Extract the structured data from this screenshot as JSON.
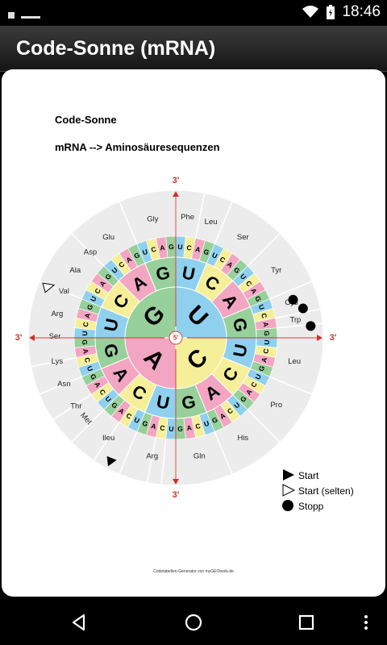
{
  "status": {
    "time": "18:46"
  },
  "app": {
    "title": "Code-Sonne (mRNA)"
  },
  "document": {
    "heading": "Code-Sonne",
    "subheading": "mRNA --> Aminosäuresequenzen",
    "credit": "Codetabellen-Generator von myGEOtools.de"
  },
  "diagram": {
    "center": "5'",
    "axis_label": "3'",
    "inner": [
      "U",
      "C",
      "A",
      "G"
    ],
    "second": [
      [
        "U",
        "C",
        "A",
        "G"
      ],
      [
        "U",
        "C",
        "A",
        "G"
      ],
      [
        "U",
        "C",
        "A",
        "G"
      ],
      [
        "U",
        "C",
        "A",
        "G"
      ]
    ],
    "third": [
      "U",
      "C",
      "A",
      "G"
    ],
    "amino_acids": [
      "Phe",
      "Leu",
      "Ser",
      "Tyr",
      "Cys",
      "Trp",
      "Leu",
      "Pro",
      "His",
      "Gln",
      "Arg",
      "Ileu",
      "Met",
      "Thr",
      "Asn",
      "Lys",
      "Ser",
      "Arg",
      "Val",
      "Ala",
      "Asp",
      "Glu",
      "Gly"
    ]
  },
  "legend": {
    "start": "Start",
    "start_rare": "Start (selten)",
    "stop": "Stopp"
  },
  "colors": {
    "U": "#8fd0ee",
    "C": "#f5ef9a",
    "A": "#f2a6c2",
    "G": "#97d09a",
    "accent_red": "#d0312d",
    "outer_ring": "#ececec"
  },
  "icons": {
    "nav_back": "back-triangle-icon",
    "nav_home": "home-circle-icon",
    "nav_recents": "recents-square-icon",
    "menu": "overflow-menu-icon"
  }
}
